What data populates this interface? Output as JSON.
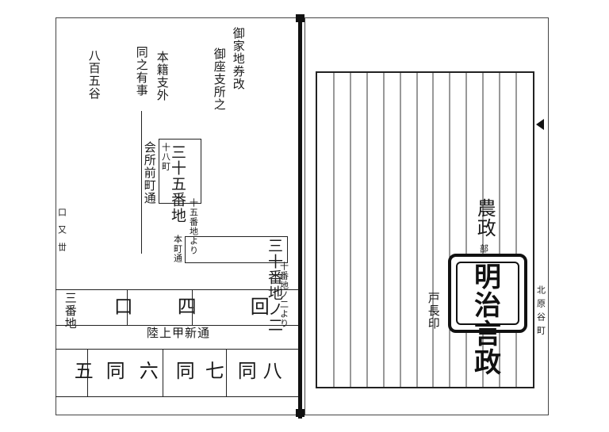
{
  "left_page": {
    "top_right_lines": [
      "御家地券改",
      "御座支所之",
      "本籍支外"
    ],
    "lower_left_lines": [
      "同之有事"
    ],
    "ward_label": "八百五谷",
    "box1_main": "三十五番地",
    "box1_side_top": "十八町",
    "box1_side_bottom": "会所前町通",
    "box1_right_note": "十五番地より",
    "box2_main": "三十番地ノ二",
    "box2_side": "本町通",
    "box2_right_note": "十番地ノ二より",
    "edge_marks": [
      "口",
      "又",
      "丗"
    ],
    "table": {
      "row1": [
        "三番地",
        "口",
        "四",
        "回"
      ],
      "row2_label": "陸上甲新通",
      "row3": [
        "五",
        "同",
        "六",
        "同",
        "七",
        "同",
        "八"
      ]
    }
  },
  "right_page": {
    "stamp_note": "農政",
    "stamp_note_small": "部",
    "seal_chars": [
      "明",
      "治",
      "言",
      "政"
    ],
    "signature": "戸長印",
    "side_label": "北原谷町"
  }
}
